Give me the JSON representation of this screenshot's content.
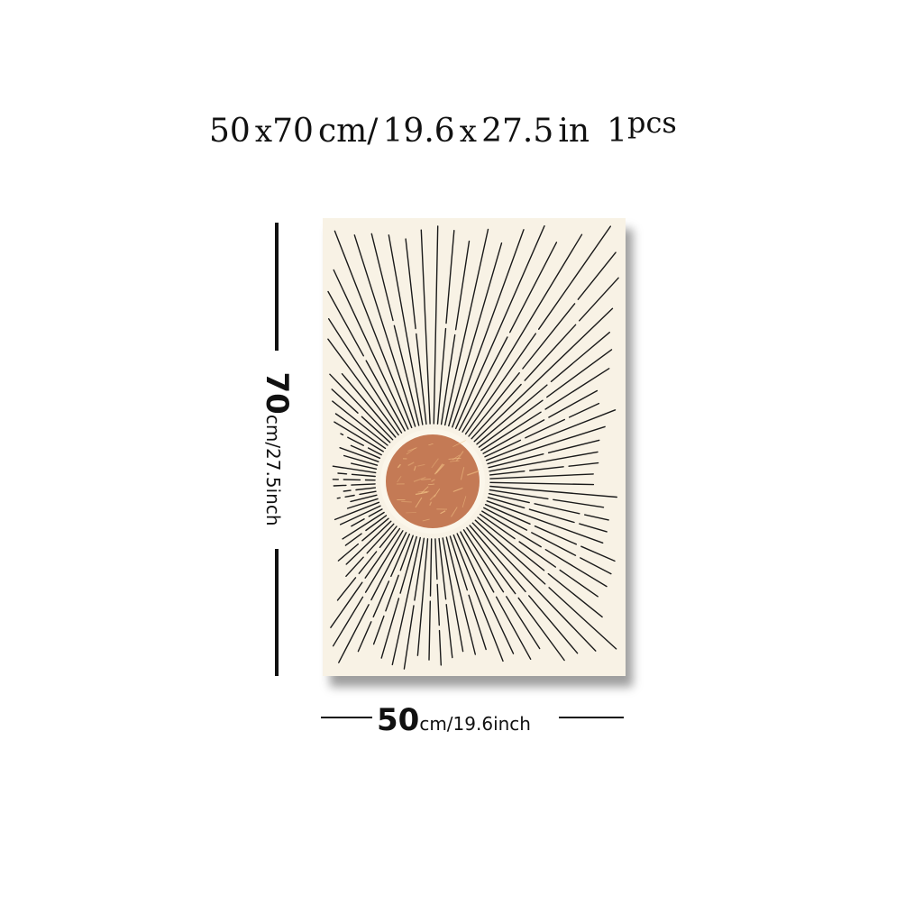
{
  "header": {
    "w": "50",
    "x1": "x",
    "h": "70",
    "unit_cm": "cm/",
    "w_in": "19.6",
    "x2": "x",
    "h_in": "27.5",
    "unit_in": "in",
    "qty": "1",
    "qty_unit": "pcs"
  },
  "dimensions": {
    "height_value": "70",
    "height_unit": "cm/27.5inch",
    "width_value": "50",
    "width_unit": "cm/19.6inch"
  },
  "artwork": {
    "background_color": "#f8f2e5",
    "sun_color": "#c47a55",
    "sun_highlight": "#f3c486",
    "ray_color": "#1a1a1a"
  }
}
